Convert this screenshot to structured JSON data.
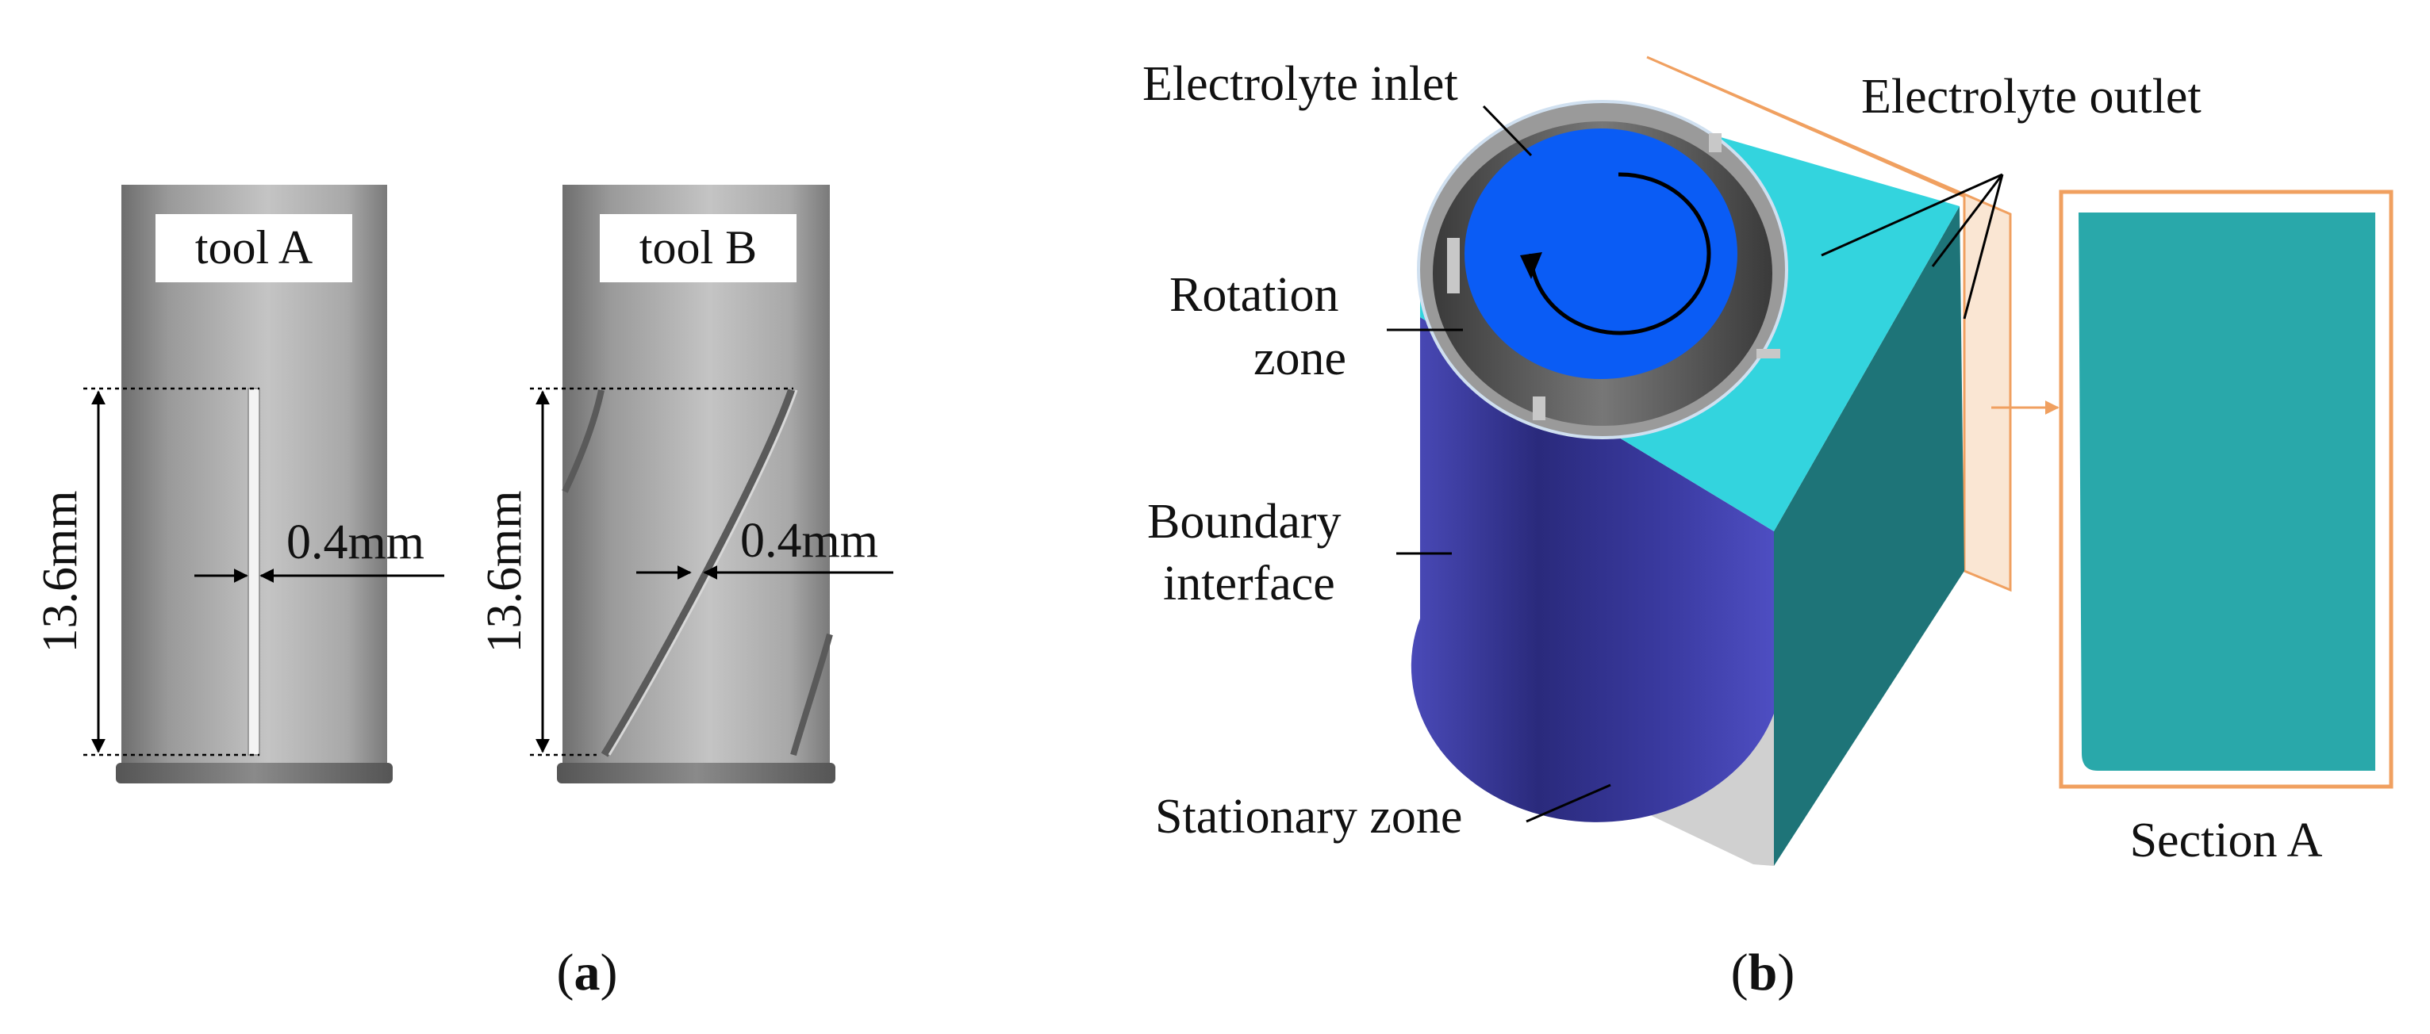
{
  "panel_a": {
    "caption": "a",
    "tool_a": {
      "label": "tool A",
      "length": "13.6mm",
      "slot_width": "0.4mm"
    },
    "tool_b": {
      "label": "tool B",
      "length": "13.6mm",
      "slot_width": "0.4mm"
    }
  },
  "panel_b": {
    "caption": "b",
    "labels": {
      "inlet": "Electrolyte inlet",
      "outlet": "Electrolyte outlet",
      "rotation_1": "Rotation",
      "rotation_2": "zone",
      "boundary_1": "Boundary",
      "boundary_2": "interface",
      "stationary": "Stationary zone",
      "section": "Section A"
    }
  },
  "colors": {
    "inlet_blue": "#0a5cf5",
    "cyan_top": "#33d4de",
    "teal_side": "#1e7478",
    "purple_cylinder": "#3a3aa0",
    "section_fill": "#29a8aa",
    "section_frame": "#f0a060",
    "plane": "#f8dcc0"
  }
}
